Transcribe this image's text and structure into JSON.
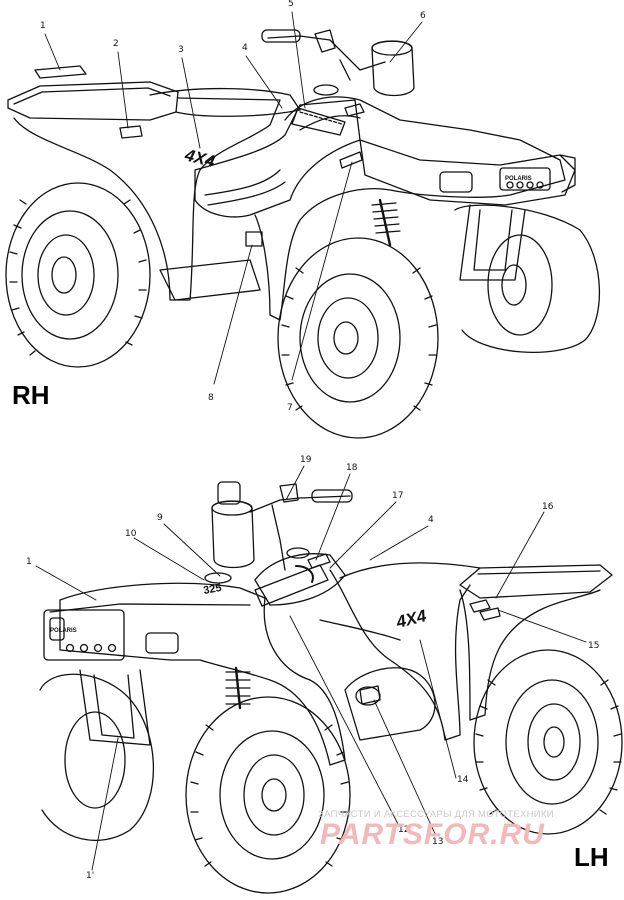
{
  "rh": {
    "side_label": "RH",
    "callouts": [
      "1",
      "2",
      "3",
      "4",
      "5",
      "6",
      "7",
      "8"
    ],
    "decal_4x4": "4X4",
    "brand": "POLARIS"
  },
  "lh": {
    "side_label": "LH",
    "callouts": [
      "19",
      "18",
      "17",
      "4",
      "16",
      "9",
      "10",
      "1",
      "15",
      "12",
      "13",
      "14",
      "1'"
    ],
    "decal_4x4": "4X4",
    "brand": "POLARIS",
    "model_decal": "325"
  },
  "watermark": {
    "line1": "ЗАПЧАСТИ И АКСЕССУАРЫ ДЛЯ МОТОТЕХНИКИ",
    "line2": "PARTSFOR.RU"
  }
}
